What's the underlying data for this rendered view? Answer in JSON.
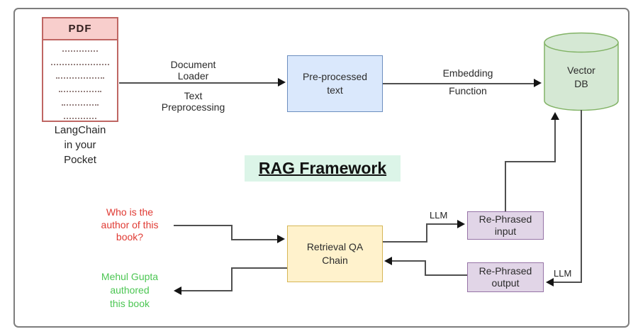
{
  "diagram": {
    "title": "RAG Framework",
    "title_highlight": "#dcf5e8",
    "pdf": {
      "header": "PDF",
      "caption_lines": [
        "LangChain",
        "in your",
        "Pocket"
      ],
      "dotted_line_widths": [
        48,
        78,
        66,
        58,
        50,
        44
      ],
      "header_fill": "#f8cecc",
      "border_color": "#bf6663"
    },
    "flow_labels": {
      "document_loader": [
        "Document",
        "Loader"
      ],
      "text_preprocessing": [
        "Text",
        "Preprocessing"
      ],
      "embedding_function": [
        "Embedding",
        "Function"
      ],
      "llm_top": "LLM",
      "llm_bottom": "LLM"
    },
    "nodes": {
      "preprocessed_text": {
        "lines": [
          "Pre-processed",
          "text"
        ],
        "fill": "#dae8fc",
        "border": "#6c8ebf"
      },
      "vector_db": {
        "lines": [
          "Vector",
          "DB"
        ],
        "fill": "#d5e8d4",
        "border": "#82b366"
      },
      "retrieval_qa_chain": {
        "lines": [
          "Retrieval QA",
          "Chain"
        ],
        "fill": "#fff2cc",
        "border": "#d6b656"
      },
      "rephrased_input": {
        "lines": [
          "Re-Phrased",
          "input"
        ],
        "fill": "#e1d5e7",
        "border": "#9673a6"
      },
      "rephrased_output": {
        "lines": [
          "Re-Phrased",
          "output"
        ],
        "fill": "#e1d5e7",
        "border": "#9673a6"
      }
    },
    "question": {
      "lines": [
        "Who is the",
        "author of this",
        "book?"
      ],
      "color": "#e03a33"
    },
    "answer": {
      "lines": [
        "Mehul Gupta",
        "authored",
        "this book"
      ],
      "color": "#4cc653"
    }
  }
}
